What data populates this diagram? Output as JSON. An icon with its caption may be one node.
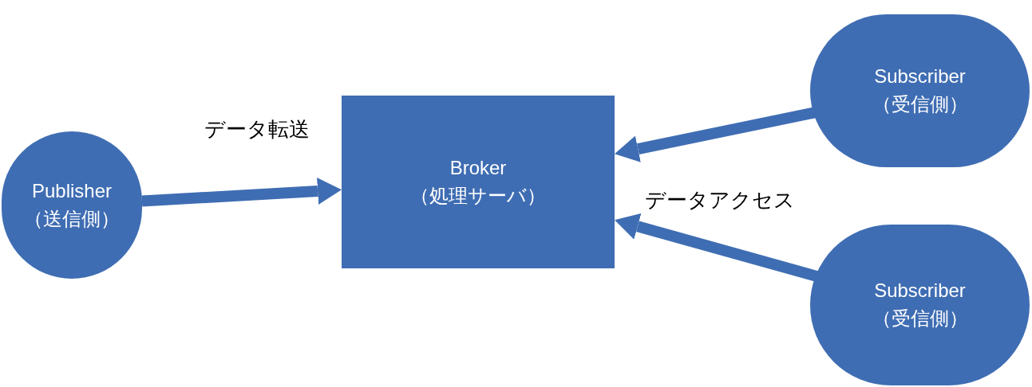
{
  "diagram": {
    "nodes": [
      {
        "text": [
          "Publisher",
          "（送信側）"
        ]
      },
      {
        "text": [
          "Broker",
          "（処理サーバ）"
        ]
      },
      {
        "text": [
          "Subscriber",
          "（受信側）"
        ]
      },
      {
        "text": [
          "Subscriber",
          "（受信側）"
        ]
      }
    ],
    "edges": [
      {
        "from": 0,
        "to": 1,
        "arrow": "to",
        "label": "データ転送"
      },
      {
        "from": 2,
        "to": 1,
        "arrow": "to"
      },
      {
        "from": 3,
        "to": 1,
        "arrow": "to"
      }
    ],
    "labels": [
      "データアクセス"
    ]
  }
}
